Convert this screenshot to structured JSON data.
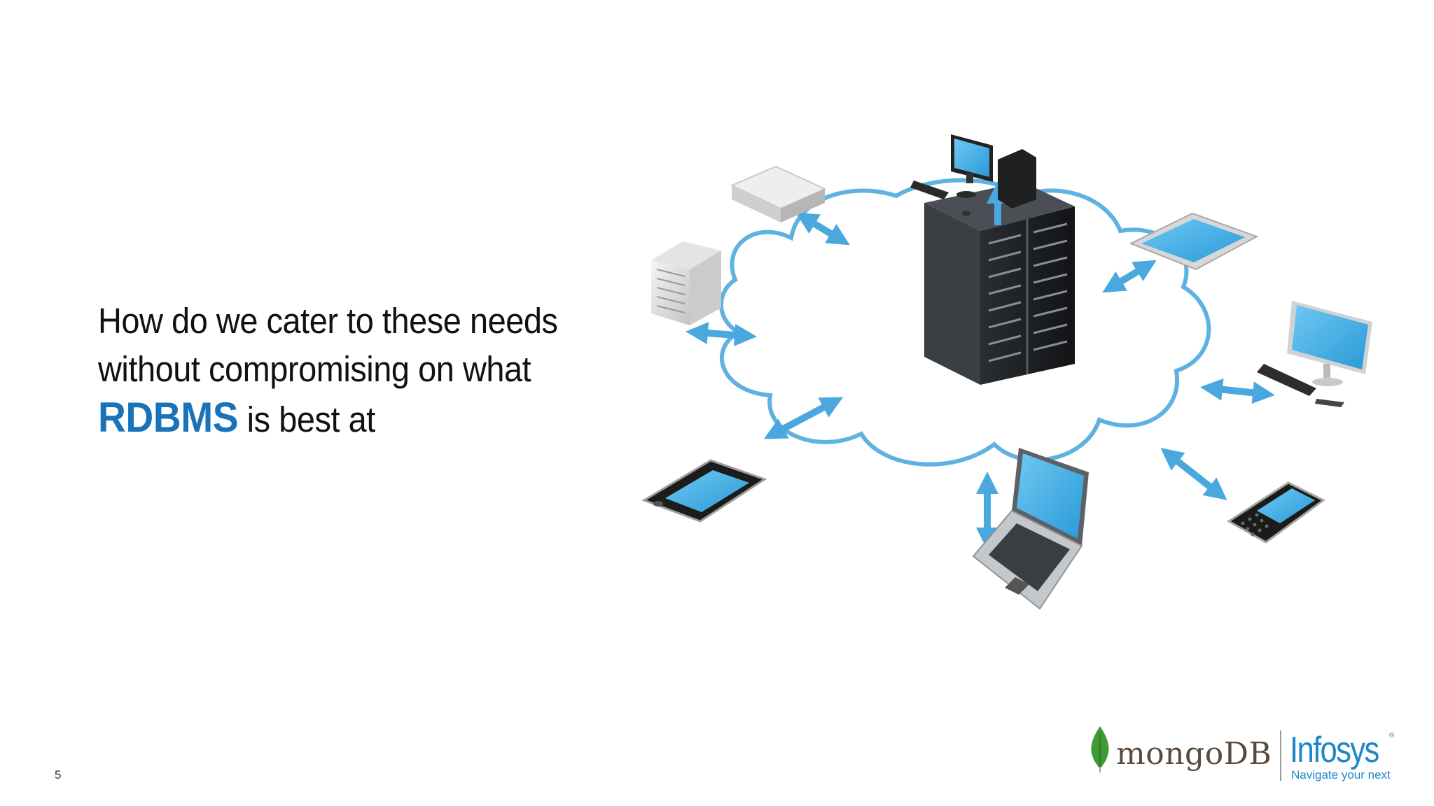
{
  "slide": {
    "headline": {
      "line1": "How do we cater to these needs",
      "line2": "without compromising on what",
      "accent": "RDBMS",
      "rest": " is best at"
    },
    "page_number": "5",
    "logos": {
      "mongodb": "mongoDB",
      "infosys": "Infosys",
      "infosys_registered": "®",
      "infosys_tagline": "Navigate your next"
    }
  },
  "colors": {
    "accent": "#1a73b8",
    "cloud": "#5fb2e0",
    "screen": "#3daee9",
    "infosys_blue": "#1e87c8",
    "mongo_green": "#3f9b35"
  },
  "illustration": {
    "cloud": "cloud",
    "center": "server-rack",
    "devices": [
      "network-appliance",
      "desktop-computer",
      "tablet",
      "monitor-keyboard",
      "tower-server",
      "smartphone",
      "laptop",
      "blackberry-phone"
    ]
  }
}
